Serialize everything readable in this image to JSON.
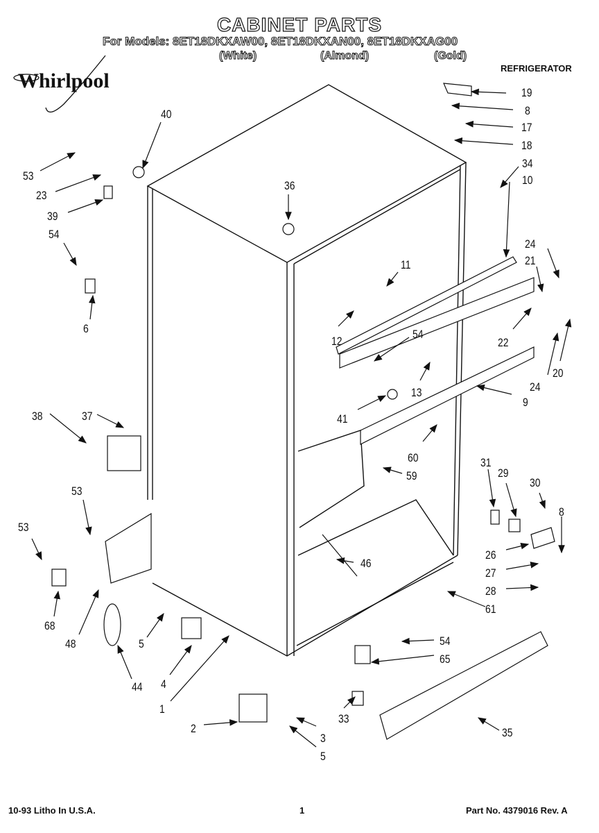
{
  "header": {
    "title": "CABINET PARTS",
    "models": "For Models: 8ET18DKXAW00, 8ET18DKXAN00, 8ET18DKXAG00",
    "colors": [
      "(White)",
      "(Almond)",
      "(Gold)"
    ],
    "brand": "Whirlpool",
    "appliance": "REFRIGERATOR"
  },
  "callouts": [
    {
      "id": "19",
      "text": "19"
    },
    {
      "id": "8a",
      "text": "8"
    },
    {
      "id": "17",
      "text": "17"
    },
    {
      "id": "18",
      "text": "18"
    },
    {
      "id": "34",
      "text": "34"
    },
    {
      "id": "10",
      "text": "10"
    },
    {
      "id": "40",
      "text": "40"
    },
    {
      "id": "53a",
      "text": "53"
    },
    {
      "id": "23",
      "text": "23"
    },
    {
      "id": "39",
      "text": "39"
    },
    {
      "id": "54a",
      "text": "54"
    },
    {
      "id": "6",
      "text": "6"
    },
    {
      "id": "36",
      "text": "36"
    },
    {
      "id": "11",
      "text": "11"
    },
    {
      "id": "12",
      "text": "12"
    },
    {
      "id": "54b",
      "text": "54"
    },
    {
      "id": "24a",
      "text": "24"
    },
    {
      "id": "21",
      "text": "21"
    },
    {
      "id": "22",
      "text": "22"
    },
    {
      "id": "20",
      "text": "20"
    },
    {
      "id": "24b",
      "text": "24"
    },
    {
      "id": "13",
      "text": "13"
    },
    {
      "id": "9",
      "text": "9"
    },
    {
      "id": "41",
      "text": "41"
    },
    {
      "id": "60",
      "text": "60"
    },
    {
      "id": "59",
      "text": "59"
    },
    {
      "id": "38",
      "text": "38"
    },
    {
      "id": "37",
      "text": "37"
    },
    {
      "id": "53b",
      "text": "53"
    },
    {
      "id": "53c",
      "text": "53"
    },
    {
      "id": "68",
      "text": "68"
    },
    {
      "id": "48",
      "text": "48"
    },
    {
      "id": "44",
      "text": "44"
    },
    {
      "id": "5a",
      "text": "5"
    },
    {
      "id": "4",
      "text": "4"
    },
    {
      "id": "1",
      "text": "1"
    },
    {
      "id": "46",
      "text": "46"
    },
    {
      "id": "31",
      "text": "31"
    },
    {
      "id": "29",
      "text": "29"
    },
    {
      "id": "30",
      "text": "30"
    },
    {
      "id": "8b",
      "text": "8"
    },
    {
      "id": "26",
      "text": "26"
    },
    {
      "id": "27",
      "text": "27"
    },
    {
      "id": "28",
      "text": "28"
    },
    {
      "id": "61",
      "text": "61"
    },
    {
      "id": "54c",
      "text": "54"
    },
    {
      "id": "65",
      "text": "65"
    },
    {
      "id": "33",
      "text": "33"
    },
    {
      "id": "35",
      "text": "35"
    },
    {
      "id": "2",
      "text": "2"
    },
    {
      "id": "3",
      "text": "3"
    },
    {
      "id": "5b",
      "text": "5"
    }
  ],
  "footer": {
    "litho": "10-93 Litho In U.S.A.",
    "page": "1",
    "part": "Part No. 4379016  Rev. A"
  }
}
